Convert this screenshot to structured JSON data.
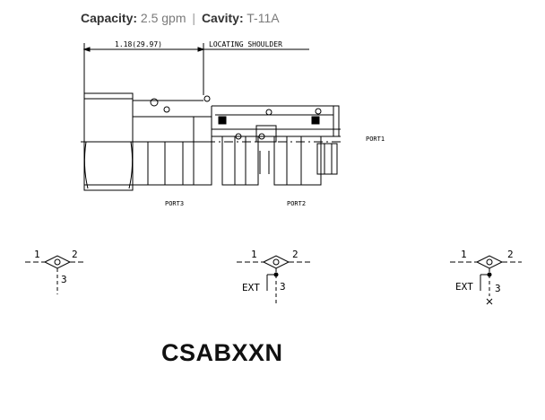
{
  "spec": {
    "capacity_label": "Capacity:",
    "capacity_value": "2.5 gpm",
    "separator": "|",
    "cavity_label": "Cavity:",
    "cavity_value": "T-11A"
  },
  "drawing": {
    "dimension": "1.18(29.97)",
    "locating_shoulder": "LOCATING SHOULDER",
    "port1": "PORT1",
    "port2": "PORT2",
    "port3": "PORT3"
  },
  "symbols": [
    {
      "port_left": "1",
      "port_right": "2",
      "port_bottom": "3"
    },
    {
      "port_left": "1",
      "port_right": "2",
      "port_bottom": "3",
      "ext": "EXT"
    },
    {
      "port_left": "1",
      "port_right": "2",
      "port_bottom": "3",
      "ext": "EXT"
    }
  ],
  "model": "CSABXXN",
  "colors": {
    "line": "#000000",
    "text_gray": "#7a7a7a",
    "dark": "#111111"
  }
}
